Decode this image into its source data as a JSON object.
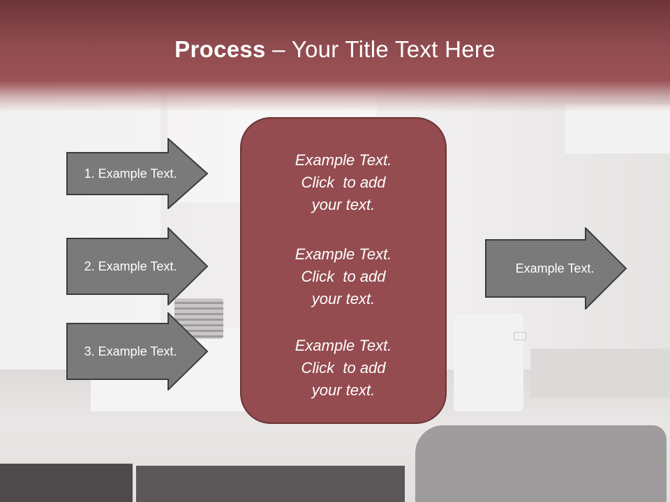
{
  "title": {
    "bold": "Process",
    "rest": " – Your Title Text Here"
  },
  "left_arrows": [
    {
      "label": "1. Example Text."
    },
    {
      "label": "2. Example Text."
    },
    {
      "label": "3. Example Text."
    }
  ],
  "center_blocks": [
    {
      "lines": [
        "Example Text.",
        "Click  to add",
        "your text."
      ]
    },
    {
      "lines": [
        "Example Text.",
        "Click  to add",
        "your text."
      ]
    },
    {
      "lines": [
        "Example Text.",
        "Click  to add",
        "your text."
      ]
    }
  ],
  "right_arrow": {
    "label": "Example Text."
  },
  "colors": {
    "arrow_fill": "#7a7a7a",
    "arrow_stroke": "#3c3c3c",
    "center_fill": "#944c50",
    "title_band": "#8f4b4f"
  }
}
